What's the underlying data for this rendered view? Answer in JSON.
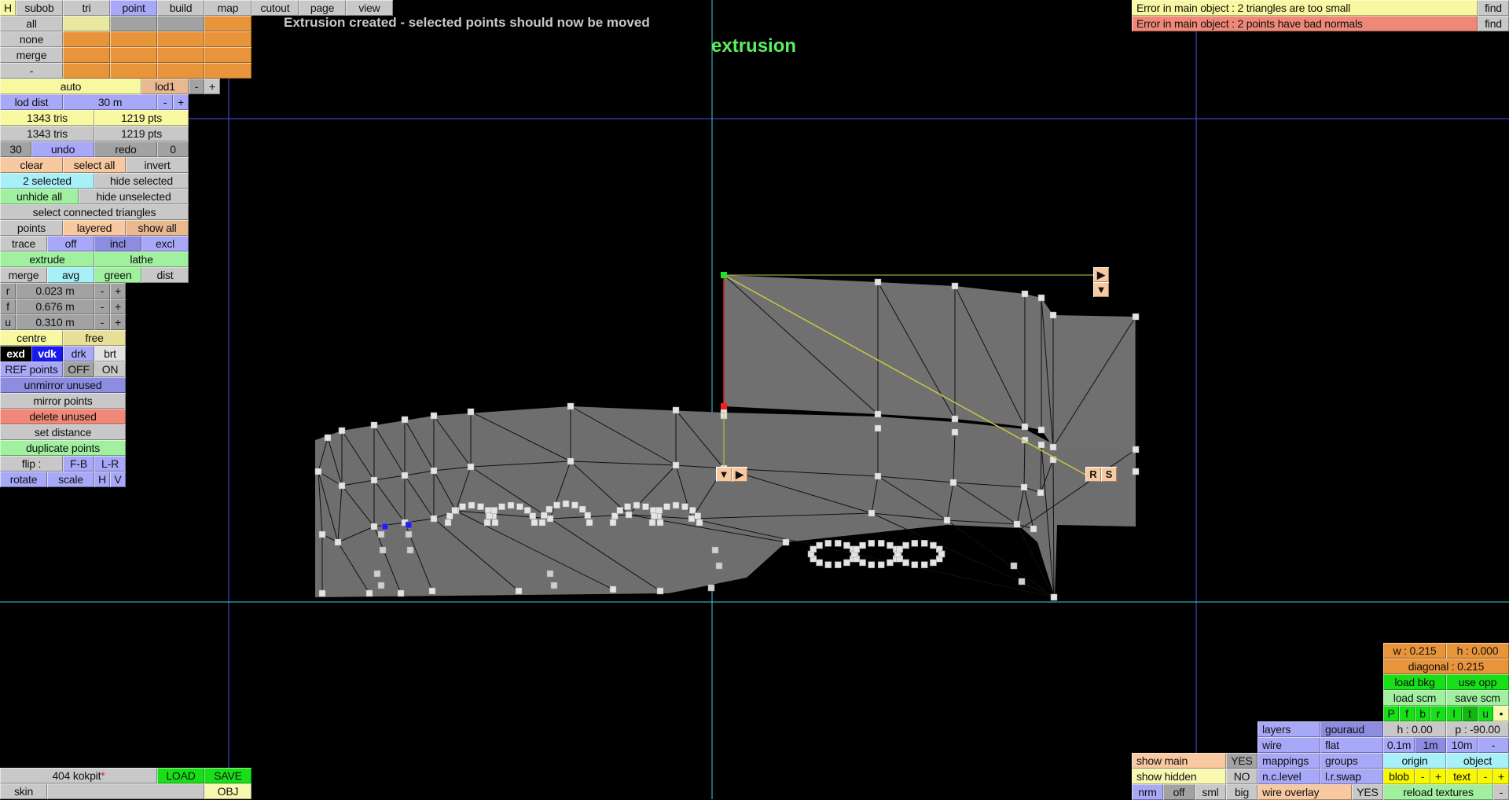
{
  "tabs": [
    "H",
    "subob",
    "tri",
    "point",
    "build",
    "map",
    "cutout",
    "page",
    "view"
  ],
  "select_rows": [
    "all",
    "none",
    "merge",
    "-"
  ],
  "status_message": "Extrusion created - selected points should now be moved",
  "mode_title": "extrusion",
  "errors": [
    {
      "text": "Error in main object : 2 triangles are too small",
      "action": "find"
    },
    {
      "text": "Error in main object : 2 points have bad normals",
      "action": "find"
    }
  ],
  "lod": {
    "mode": "auto",
    "level": "lod1",
    "minus": "-",
    "plus": "+",
    "dist_label": "lod dist",
    "dist_value": "30 m"
  },
  "counts": {
    "tris_a": "1343 tris",
    "pts_a": "1219 pts",
    "tris_b": "1343 tris",
    "pts_b": "1219 pts"
  },
  "history": {
    "undo_count": "30",
    "undo": "undo",
    "redo": "redo",
    "redo_count": "0"
  },
  "selection": {
    "clear": "clear",
    "select_all": "select all",
    "invert": "invert",
    "selected": "2 selected",
    "hide_selected": "hide selected",
    "unhide_all": "unhide all",
    "hide_unselected": "hide unselected",
    "select_connected": "select connected triangles"
  },
  "display": {
    "points": "points",
    "layered": "layered",
    "show_all": "show all"
  },
  "trace": {
    "label": "trace",
    "off": "off",
    "incl": "incl",
    "excl": "excl"
  },
  "ops": {
    "extrude": "extrude",
    "lathe": "lathe",
    "merge": "merge",
    "avg": "avg",
    "green": "green",
    "dist": "dist"
  },
  "params": [
    {
      "axis": "r",
      "value": "0.023 m"
    },
    {
      "axis": "f",
      "value": "0.676 m"
    },
    {
      "axis": "u",
      "value": "0.310 m"
    }
  ],
  "pivot": {
    "centre": "centre",
    "free": "free"
  },
  "shades": [
    "exd",
    "vdk",
    "drk",
    "brt"
  ],
  "ref_points": {
    "label": "REF points",
    "off": "OFF",
    "on": "ON"
  },
  "tools": {
    "unmirror": "unmirror unused",
    "mirror": "mirror points",
    "delete_unused": "delete unused",
    "set_distance": "set distance",
    "duplicate": "duplicate points"
  },
  "flip": {
    "label": "flip :",
    "fb": "F-B",
    "lr": "L-R"
  },
  "transform": {
    "rotate": "rotate",
    "scale": "scale",
    "h": "H",
    "v": "V"
  },
  "file": {
    "name": "404 kokpit",
    "modified": "*",
    "load": "LOAD",
    "save": "SAVE",
    "skin": "skin",
    "skin_value": "",
    "obj": "OBJ"
  },
  "handles": {
    "right": "▶",
    "down": "▼",
    "rotate": "R",
    "scale": "S"
  },
  "measure": {
    "w": "w : 0.215",
    "h": "h : 0.000",
    "diagonal": "diagonal : 0.215"
  },
  "background": {
    "load_bkg": "load bkg",
    "use_opp": "use opp",
    "load_scm": "load scm",
    "save_scm": "save scm"
  },
  "views": [
    "P",
    "f",
    "b",
    "r",
    "l",
    "t",
    "u",
    "•"
  ],
  "angles": {
    "h": "h : 0.00",
    "p": "p : -90.00"
  },
  "grid": [
    "0.1m",
    "1m",
    "10m",
    "-"
  ],
  "render": {
    "layers": "layers",
    "gouraud": "gouraud",
    "wire": "wire",
    "flat": "flat",
    "mappings": "mappings",
    "groups": "groups",
    "nc_level": "n.c.level",
    "lr_swap": "l.r.swap"
  },
  "centre_on": {
    "origin": "origin",
    "object": "object"
  },
  "blob": {
    "label": "blob",
    "minus": "-",
    "plus": "+"
  },
  "text_size": {
    "label": "text",
    "minus": "-",
    "plus": "+"
  },
  "reload": {
    "label": "reload textures",
    "minus": "-"
  },
  "show": {
    "main": "show main",
    "main_value": "YES",
    "hidden": "show hidden",
    "hidden_value": "NO"
  },
  "normals": [
    "nrm",
    "off",
    "sml",
    "big"
  ],
  "wire_overlay": {
    "label": "wire overlay",
    "value": "YES"
  },
  "colors": {
    "accent_green": "#5cf05c",
    "guide_cyan": "#40d0e0",
    "guide_blue": "#5050e0",
    "selected_point": "#20e020",
    "anchor_point": "#f02020",
    "mesh": "#6e6e6e"
  }
}
